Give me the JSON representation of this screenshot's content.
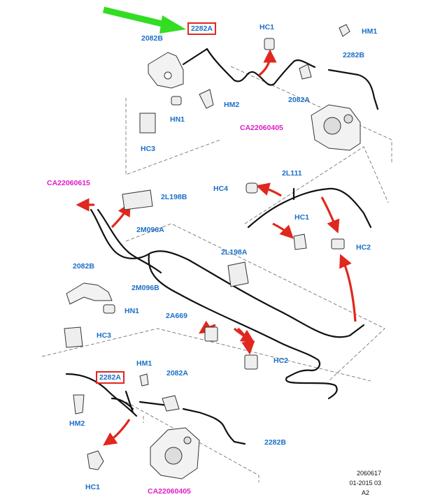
{
  "colors": {
    "label": "#1a6fc7",
    "reference": "#e01cc8",
    "highlight": "#e0281e",
    "pointer": "#33dd22",
    "line": "#111111"
  },
  "labels": {
    "hm1_top": "HM1",
    "hc1_top": "HC1",
    "p2282a_top": "2282A",
    "p2282b_top_left": "2082B",
    "p2282b_top_right": "2282B",
    "hm2_top": "HM2",
    "hn1_top": "HN1",
    "hc3_top": "HC3",
    "p2082a_top": "2082A",
    "ca_top": "CA22060405",
    "ca_mid": "CA22060615",
    "p2l198b": "2L198B",
    "hc4": "HC4",
    "p2l111": "2L111",
    "hc1_mid": "HC1",
    "hc2_mid": "HC2",
    "p2m096a": "2M096A",
    "p2m096b": "2M096B",
    "p2l198a": "2L198A",
    "p2082b_mid": "2082B",
    "hn1_mid": "HN1",
    "hc3_mid": "HC3",
    "p2a669": "2A669",
    "hc2_low": "HC2",
    "hm1_low": "HM1",
    "p2282a_low": "2282A",
    "p2082a_low": "2082A",
    "hm2_low": "HM2",
    "p2282b_low": "2282B",
    "hc1_low": "HC1",
    "ca_low": "CA22060405"
  },
  "footer": {
    "code": "2060617",
    "date": "01-2015 03",
    "sheet": "A2"
  }
}
